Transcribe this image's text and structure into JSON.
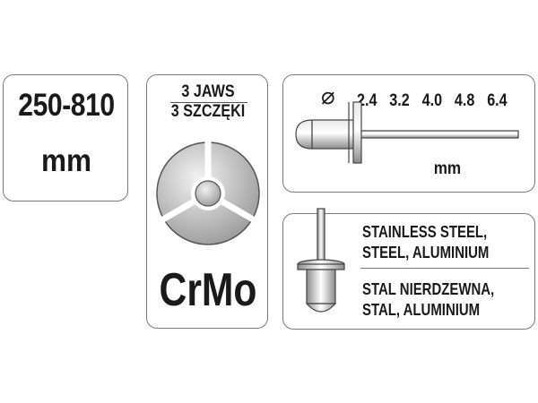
{
  "grip_range": {
    "value": "250-810",
    "unit": "mm"
  },
  "jaws": {
    "en": "3 JAWS",
    "pl": "3 SZCZĘKI",
    "material": "CrMo",
    "icon": "jaws-icon"
  },
  "rivet_sizes": {
    "symbol": "⌀",
    "values": [
      "2.4",
      "3.2",
      "4.0",
      "4.8",
      "6.4"
    ],
    "unit": "mm",
    "icon": "rivet-side-icon"
  },
  "materials": {
    "en_line1": "STAINLESS STEEL,",
    "en_line2": "STEEL, ALUMINIUM",
    "pl_line1": "STAL NIERDZEWNA,",
    "pl_line2": "STAL,  ALUMINIUM",
    "icon": "rivet-upright-icon"
  }
}
